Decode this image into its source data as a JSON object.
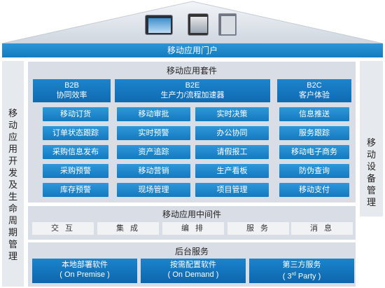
{
  "portal": {
    "label": "移动应用门户"
  },
  "left_side": {
    "label": "移动应用开发及生命周期管理"
  },
  "right_side": {
    "label": "移动设备管理"
  },
  "suite": {
    "title": "移动应用套件",
    "columns": [
      {
        "code": "B2B",
        "name": "协同效率",
        "items": [
          "移动订货",
          "订单状态跟踪",
          "采购信息发布",
          "采购预警",
          "库存预警"
        ]
      },
      {
        "code": "B2E",
        "name": "生产力/流程加速器",
        "items_left": [
          "移动审批",
          "实时预警",
          "资产追踪",
          "移动营销",
          "现场管理"
        ],
        "items_right": [
          "实时决策",
          "办公协同",
          "请假报工",
          "生产看板",
          "项目管理"
        ]
      },
      {
        "code": "B2C",
        "name": "客户体验",
        "items": [
          "信息推送",
          "服务跟踪",
          "移动电子商务",
          "防伪查询",
          "移动支付"
        ]
      }
    ]
  },
  "middleware": {
    "title": "移动应用中间件",
    "items": [
      "交 互",
      "集 成",
      "编 排",
      "服 务",
      "消 息"
    ]
  },
  "backend": {
    "title": "后台服务",
    "items": [
      {
        "name": "本地部署软件",
        "sub": "( On Premise )"
      },
      {
        "name": "按需配置软件",
        "sub": "( On Demand )"
      },
      {
        "name": "第三方服务",
        "sub_pre": "( 3",
        "sub_sup": "rd",
        "sub_post": " Party )"
      }
    ]
  },
  "colors": {
    "accent": "#137cc0",
    "panel": "#d9dee6",
    "side": "#e6e9ee"
  },
  "devices": [
    "tablet-icon",
    "tablet-icon",
    "tablet-icon"
  ]
}
